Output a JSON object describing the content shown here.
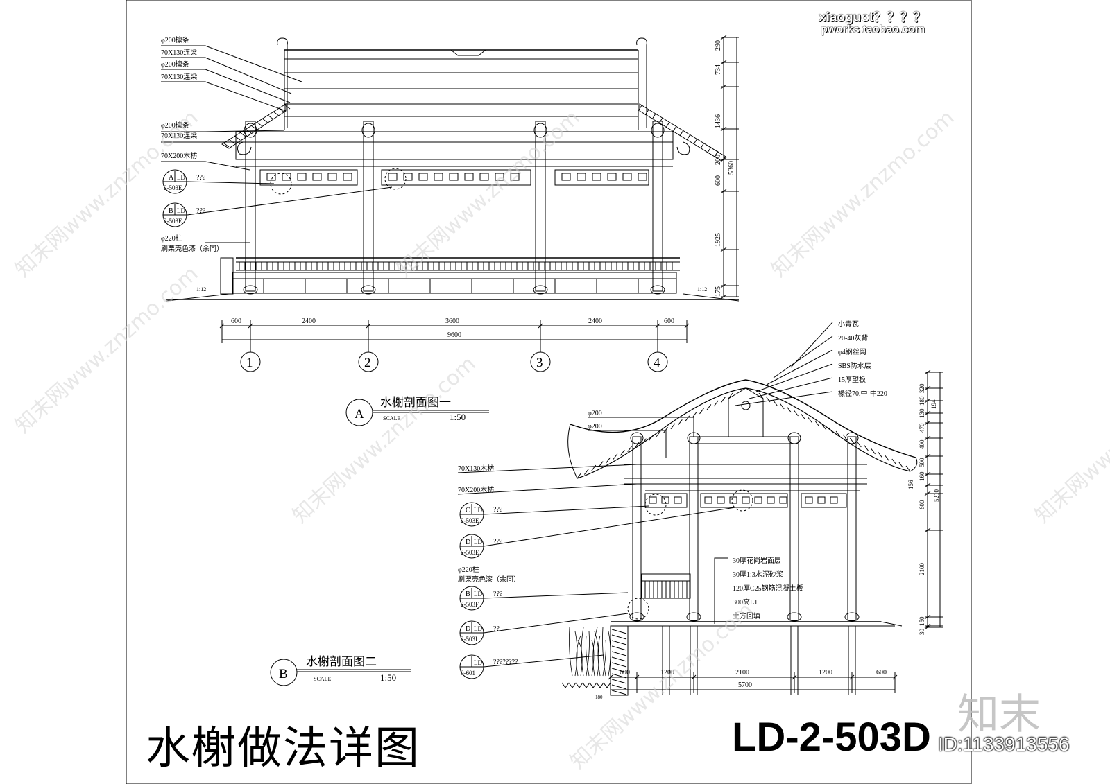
{
  "sheet": {
    "title": "水榭做法详图",
    "drawing_number": "LD-2-503D",
    "id_label": "ID:1133913556",
    "author_mark": "xiaoguot？？？？",
    "shop_url": "pworks.taobao.com",
    "brand": "知末",
    "watermark": "知末网www.znzmo.com"
  },
  "section_a": {
    "index": "A",
    "title": "水榭剖面图一",
    "scale_label": "SCALE",
    "scale": "1:50",
    "labels": [
      "φ200檩条",
      "70X130连梁",
      "φ200檩条",
      "70X130连梁",
      "φ200檩条",
      "70X130连梁",
      "70X200木枋"
    ],
    "column_label": "φ220柱",
    "paint_label": "刷栗壳色漆（余同）",
    "slope_left": "1:12",
    "slope_right": "1:12",
    "callouts": [
      {
        "letter": "A",
        "ref": "LD",
        "sheet": "2-503E",
        "note": "???"
      },
      {
        "letter": "B",
        "ref": "LD",
        "sheet": "2-503E",
        "note": "???"
      }
    ],
    "dims_vertical": [
      "290",
      "734",
      "1436",
      "200",
      "600",
      "1925",
      "175"
    ],
    "dim_total": "5360",
    "dims_horizontal": [
      "600",
      "2400",
      "3600",
      "2400",
      "600"
    ],
    "dim_horizontal_total": "9600",
    "axes": [
      "1",
      "2",
      "3",
      "4"
    ]
  },
  "section_b": {
    "index": "B",
    "title": "水榭剖面图二",
    "scale_label": "SCALE",
    "scale": "1:50",
    "roof_layers": [
      "小青瓦",
      "20-40灰背",
      "φ4钢丝网",
      "SBS防水层",
      "15厚望板",
      "椽径70,中-中220"
    ],
    "labels": [
      "φ200",
      "φ200",
      "70X130木枋",
      "70X200木枋"
    ],
    "column_label": "φ220柱",
    "paint_label": "刷栗壳色漆（余同）",
    "floor_layers": [
      "30厚花岗岩面层",
      "30厚1:3水泥砂浆",
      "120厚C25钢筋混凝土板",
      "300高L1",
      "土方回填"
    ],
    "callouts": [
      {
        "letter": "C",
        "ref": "LD",
        "sheet": "2-503E",
        "note": "???"
      },
      {
        "letter": "D",
        "ref": "LD",
        "sheet": "2-503E",
        "note": "???"
      },
      {
        "letter": "B",
        "ref": "LD",
        "sheet": "2-503F",
        "note": "???"
      },
      {
        "letter": "D",
        "ref": "LD",
        "sheet": "2-503I",
        "note": "??"
      },
      {
        "letter": "—",
        "ref": "LD",
        "sheet": "0-601",
        "note": "????????"
      }
    ],
    "dims_vertical": [
      "320",
      "180",
      "130",
      "194",
      "470",
      "400",
      "500",
      "160",
      "156",
      "600",
      "2100",
      "150",
      "30"
    ],
    "dim_total": "5210",
    "dims_horizontal": [
      "600",
      "1200",
      "2100",
      "1200",
      "600"
    ],
    "dim_horizontal_total": "5700",
    "footing_dim": "180"
  }
}
